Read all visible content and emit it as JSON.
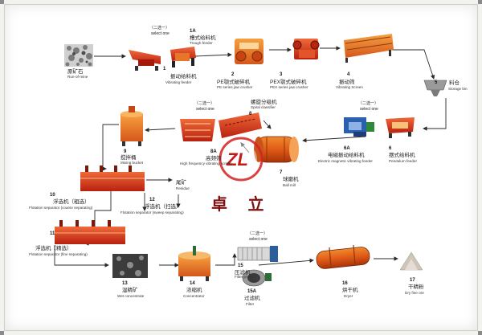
{
  "flow": {
    "raw_ore": {
      "cn": "原矿石",
      "en": "Run-of-mine"
    },
    "select1": {
      "cn": "（二选一）",
      "en": "select one"
    },
    "n1a": {
      "num": "1A",
      "cn": "槽式给料机",
      "en": "Trough feeder"
    },
    "n1": {
      "num": "1",
      "cn": "振动给料机",
      "en": "Vibrating feeder"
    },
    "n2": {
      "num": "2",
      "cn": "PE颚式破碎机",
      "en": "PE series jaw crusher"
    },
    "n3": {
      "num": "3",
      "cn": "PEX颚式破碎机",
      "en": "PEX series jaw crusher"
    },
    "n4": {
      "num": "4",
      "cn": "振动筛",
      "en": "Vibrating Screen"
    },
    "n5": {
      "num": "5",
      "cn": "料仓",
      "en": "Storage bin"
    },
    "select2": {
      "cn": "（二选一）",
      "en": "select one"
    },
    "n6a": {
      "num": "6A",
      "cn": "电磁振动给料机",
      "en": "Electric magnetic vibrating feeder"
    },
    "n6": {
      "num": "6",
      "cn": "摆式给料机",
      "en": "Pendulum feeder"
    },
    "n7": {
      "num": "7",
      "cn": "球磨机",
      "en": "Ball mill"
    },
    "select3": {
      "cn": "（二选一）",
      "en": "select one"
    },
    "n8": {
      "num": "8",
      "cn": "螺旋分级机",
      "en": "Spiral classifier"
    },
    "n8a": {
      "num": "8A",
      "cn": "高频筛",
      "en": "High frequency vibrating screen"
    },
    "tailing": {
      "cn": "尾矿",
      "en": "Residue"
    },
    "n9": {
      "num": "9",
      "cn": "搅拌桶",
      "en": "Mixing bucket"
    },
    "n10": {
      "num": "10",
      "cn": "浮选机（粗选）",
      "en": "Flotation separator (coarse separating)"
    },
    "n12": {
      "num": "12",
      "cn": "浮选机（扫选）",
      "en": "Flotation separator (sweep separating)"
    },
    "n11": {
      "num": "11",
      "cn": "浮选机（精选）",
      "en": "Flotation separator (fine separating)"
    },
    "n13": {
      "num": "13",
      "cn": "湿精矿",
      "en": "Wet concentrate"
    },
    "n14": {
      "num": "14",
      "cn": "浓缩机",
      "en": "Concentrator"
    },
    "select4": {
      "cn": "（二选一）",
      "en": "select one"
    },
    "n15": {
      "num": "15",
      "cn": "压滤机",
      "en": "Filter press"
    },
    "n15a": {
      "num": "15A",
      "cn": "过滤机",
      "en": "Filter"
    },
    "n16": {
      "num": "16",
      "cn": "烘干机",
      "en": "Dryer"
    },
    "n17": {
      "num": "17",
      "cn": "干精粉",
      "en": "Dry fine ore"
    }
  },
  "watermark": {
    "logo_text": "ZL",
    "name": "卓 立"
  },
  "colors": {
    "machine_red": "#d8321e",
    "machine_orange": "#e8762a",
    "arrow": "#2a2a2a",
    "ore_gray": "#8e8e8e"
  }
}
